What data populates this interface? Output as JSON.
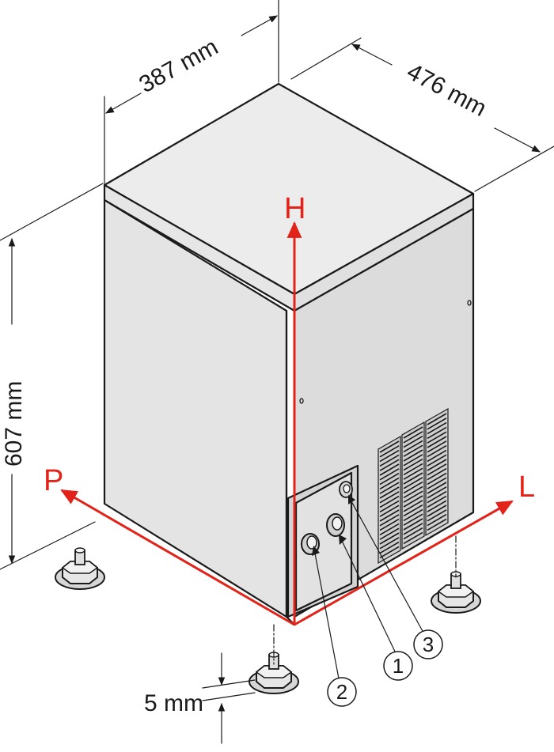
{
  "diagram": {
    "subject": "Ice maker unit installation dimensions (isometric view)",
    "dimensions": {
      "width": "387 mm",
      "depth": "476 mm",
      "height": "607 mm",
      "foot_clearance": "5 mm"
    },
    "axes": {
      "height": "H",
      "depth": "P",
      "length": "L"
    },
    "callouts": [
      {
        "label": "1",
        "target": "middle connection fitting"
      },
      {
        "label": "2",
        "target": "lower-left connection fitting"
      },
      {
        "label": "3",
        "target": "upper small connection fitting"
      }
    ],
    "colors": {
      "axis": "#e2231a",
      "line": "#1a1a1a",
      "face_top": "#e9e9e9",
      "face_left": "#e4e4e4",
      "face_right": "#dedede"
    }
  }
}
